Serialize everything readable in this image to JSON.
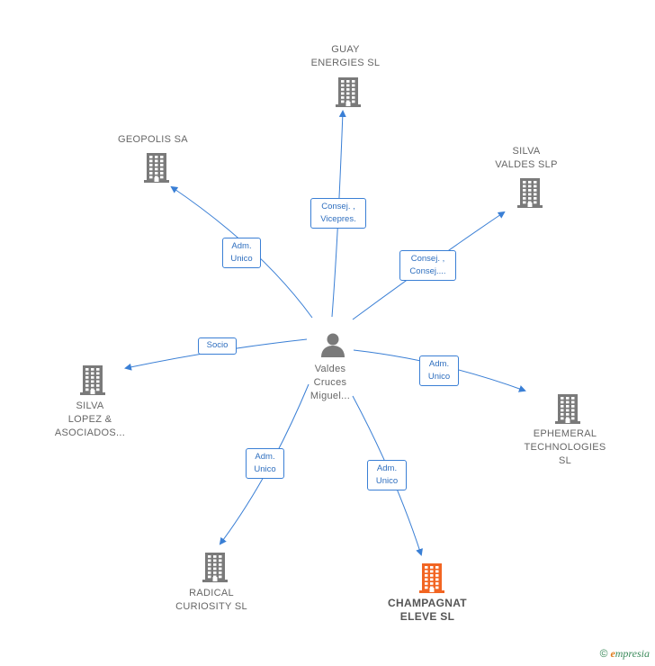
{
  "center": {
    "label": "Valdes\nCruces\nMiguel..."
  },
  "nodes": [
    {
      "id": "guay",
      "label": "GUAY\nENERGIES  SL"
    },
    {
      "id": "geopolis",
      "label": "GEOPOLIS SA"
    },
    {
      "id": "silva_valdes",
      "label": "SILVA\nVALDES  SLP"
    },
    {
      "id": "silva_lopez",
      "label": "SILVA\nLOPEZ &\nASOCIADOS..."
    },
    {
      "id": "ephemeral",
      "label": "EPHEMERAL\nTECHNOLOGIES\nSL"
    },
    {
      "id": "radical",
      "label": "RADICAL\nCURIOSITY  SL"
    },
    {
      "id": "champagnat",
      "label": "CHAMPAGNAT\nELEVE  SL",
      "highlight": true
    }
  ],
  "edges": [
    {
      "target": "guay",
      "label": "Consej. ,\nVicepres."
    },
    {
      "target": "geopolis",
      "label": "Adm.\nUnico"
    },
    {
      "target": "silva_valdes",
      "label": "Consej. ,\nConsej...."
    },
    {
      "target": "silva_lopez",
      "label": "Socio"
    },
    {
      "target": "ephemeral",
      "label": "Adm.\nUnico"
    },
    {
      "target": "radical",
      "label": "Adm.\nUnico"
    },
    {
      "target": "champagnat",
      "label": "Adm.\nUnico"
    }
  ],
  "colors": {
    "building": "#7a7a7a",
    "highlight_building": "#f26522",
    "edge": "#3a7fd5",
    "person": "#7a7a7a"
  },
  "footer": {
    "copyright_symbol": "©",
    "brand_initial": "e",
    "brand_rest": "mpresia"
  }
}
